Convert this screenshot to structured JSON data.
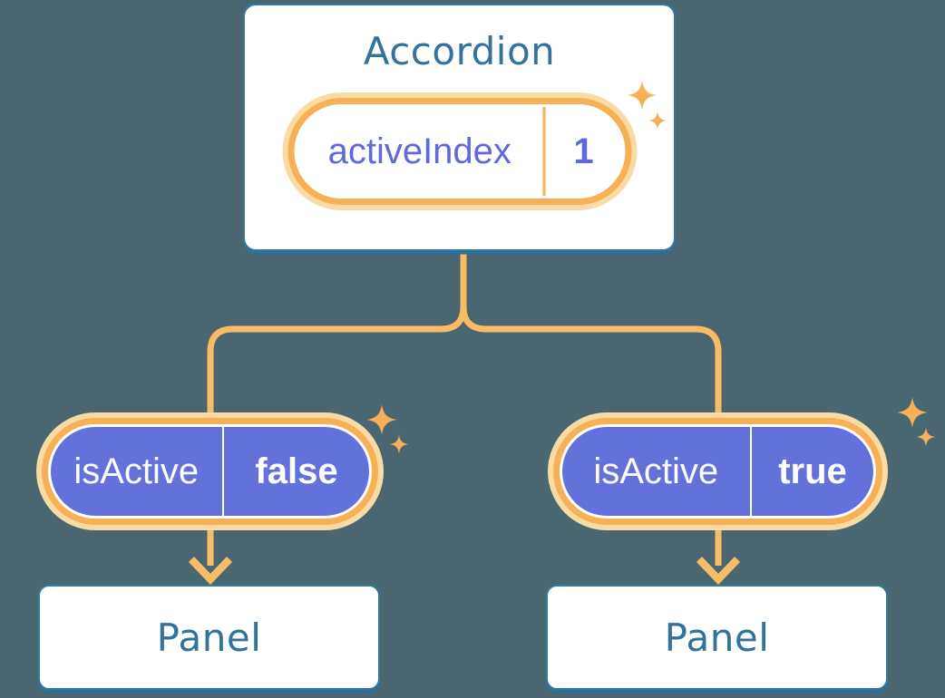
{
  "colors": {
    "bg": "#4A6670",
    "card-border": "#3579A3",
    "card-shadow": "#2B6F9B",
    "heading": "#32739D",
    "line": "#F8BC64",
    "ring": "#F6B056",
    "glow": "#FADBA6",
    "divider": "#F3AF5A",
    "purple": "#6371DB",
    "purple-text": "#6069DC",
    "sparkle": "#F5B157"
  },
  "root_card": {
    "title": "Accordion",
    "pill": {
      "label": "activeIndex",
      "value": "1"
    }
  },
  "left_branch": {
    "pill": {
      "label": "isActive",
      "value": "false"
    },
    "panel": {
      "title": "Panel"
    }
  },
  "right_branch": {
    "pill": {
      "label": "isActive",
      "value": "true"
    },
    "panel": {
      "title": "Panel"
    }
  }
}
